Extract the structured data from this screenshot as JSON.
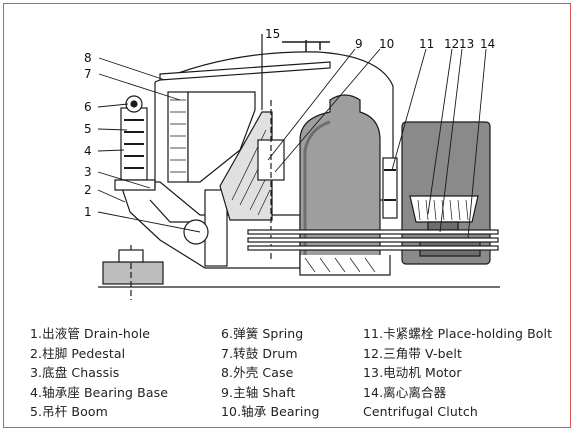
{
  "diagram": {
    "callouts": [
      "1",
      "2",
      "3",
      "4",
      "5",
      "6",
      "7",
      "8",
      "9",
      "10",
      "11",
      "12",
      "13",
      "14",
      "15"
    ],
    "legend": [
      [
        "1.出液管 Drain-hole",
        "2.柱脚 Pedestal",
        "3.底盘 Chassis",
        "4.轴承座 Bearing Base",
        "5.吊杆 Boom"
      ],
      [
        "6.弹簧 Spring",
        "7.转鼓 Drum",
        "8.外壳 Case",
        "9.主轴 Shaft",
        "10.轴承 Bearing"
      ],
      [
        "11.卡紧螺栓 Place-holding Bolt",
        "12.三角带 V-belt",
        "13.电动机 Motor",
        "14.离心离合器",
        "Centrifugal Clutch"
      ]
    ]
  },
  "colors": {
    "frame": "#d9534f",
    "line": "#1a1a1a",
    "fill_light": "#ffffff",
    "fill_grey": "#9e9e9e",
    "fill_dark": "#6e6e6e"
  }
}
